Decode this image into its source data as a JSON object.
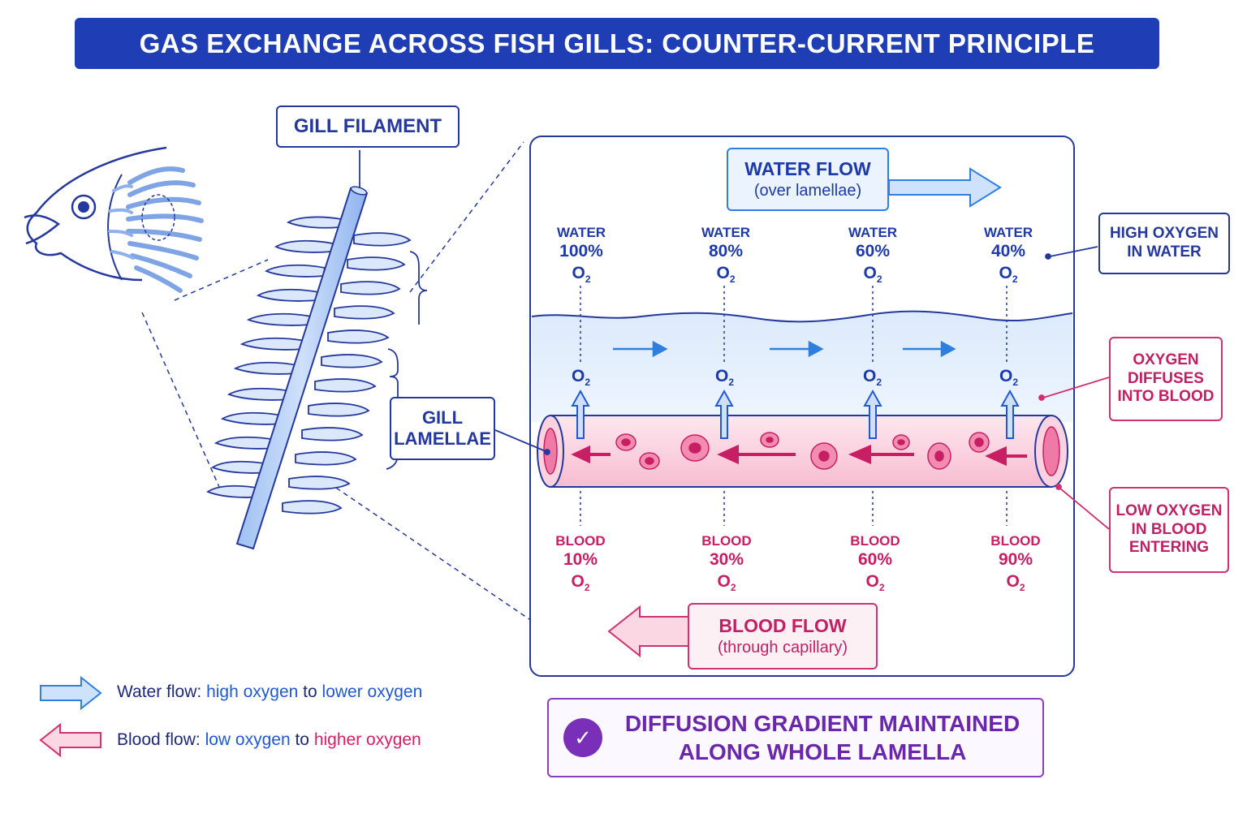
{
  "title": "GAS EXCHANGE ACROSS FISH GILLS: COUNTER-CURRENT PRINCIPLE",
  "labels": {
    "gill_filament": "GILL FILAMENT",
    "gill_lamellae_line1": "GILL",
    "gill_lamellae_line2": "LAMELLAE",
    "water_flow_title": "WATER FLOW",
    "water_flow_sub": "(over lamellae)",
    "blood_flow_title": "BLOOD FLOW",
    "blood_flow_sub": "(through capillary)",
    "high_oxygen_line1": "HIGH OXYGEN",
    "high_oxygen_line2": "IN WATER",
    "oxygen_diffuses_line1": "OXYGEN",
    "oxygen_diffuses_line2": "DIFFUSES",
    "oxygen_diffuses_line3": "INTO BLOOD",
    "low_oxygen_line1": "LOW OXYGEN",
    "low_oxygen_line2": "IN BLOOD",
    "low_oxygen_line3": "ENTERING"
  },
  "o2_symbol": "O",
  "o2_subscript": "2",
  "water_columns": [
    {
      "kind": "WATER",
      "pct": "100%"
    },
    {
      "kind": "WATER",
      "pct": "80%"
    },
    {
      "kind": "WATER",
      "pct": "60%"
    },
    {
      "kind": "WATER",
      "pct": "40%"
    }
  ],
  "blood_columns": [
    {
      "kind": "BLOOD",
      "pct": "10%"
    },
    {
      "kind": "BLOOD",
      "pct": "30%"
    },
    {
      "kind": "BLOOD",
      "pct": "60%"
    },
    {
      "kind": "BLOOD",
      "pct": "90%"
    }
  ],
  "legend": {
    "water_prefix": "Water flow: ",
    "water_high": "high oxygen",
    "water_to": " to ",
    "water_low": "lower oxygen",
    "blood_prefix": "Blood flow: ",
    "blood_low": "low oxygen",
    "blood_to": " to ",
    "blood_high": "higher oxygen"
  },
  "summary": {
    "line1": "DIFFUSION GRADIENT MAINTAINED",
    "line2": "ALONG WHOLE LAMELLA",
    "icon": "check-icon"
  },
  "colors": {
    "title_bg": "#1f3eb5",
    "water_blue": "#1d3aa8",
    "blood_pink": "#c81e63",
    "summary_purple": "#7a2fb8"
  }
}
